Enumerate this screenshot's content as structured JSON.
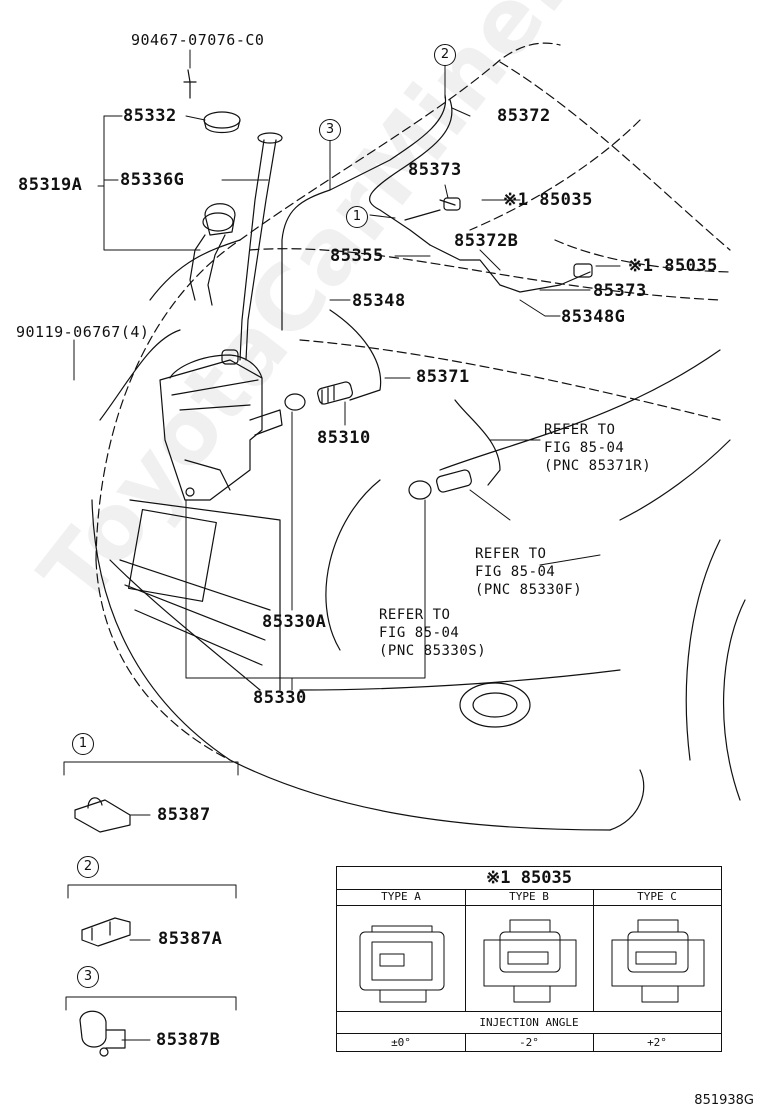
{
  "labels": {
    "p90467": "90467-07076-C0",
    "p85332": "85332",
    "p85319A": "85319A",
    "p85336G": "85336G",
    "p90119": "90119-06767(4)",
    "p85372": "85372",
    "p85373a": "85373",
    "p85035a": "※1 85035",
    "p85372B": "85372B",
    "p85355": "85355",
    "p85035b": "※1 85035",
    "p85373b": "85373",
    "p85348": "85348",
    "p85348G": "85348G",
    "p85371": "85371",
    "p85310": "85310",
    "p85330A": "85330A",
    "p85330": "85330",
    "p85387": "85387",
    "p85387A": "85387A",
    "p85387B": "85387B"
  },
  "refs": {
    "r1": "REFER TO\nFIG 85-04\n(PNC 85371R)",
    "r2": "REFER TO\nFIG 85-04\n(PNC 85330F)",
    "r3": "REFER TO\nFIG 85-04\n(PNC 85330S)"
  },
  "callouts": {
    "c1": "1",
    "c2": "2",
    "c3": "3",
    "d1": "1",
    "d2": "2",
    "d3": "3"
  },
  "table": {
    "title": "※1 85035",
    "type_a": "TYPE A",
    "type_b": "TYPE B",
    "type_c": "TYPE C",
    "injection_angle": "INJECTION ANGLE",
    "angle_a": "±0°",
    "angle_b": "-2°",
    "angle_c": "+2°"
  },
  "drawing_code": "851938G",
  "watermark": "ToyotaCarMine.ru"
}
